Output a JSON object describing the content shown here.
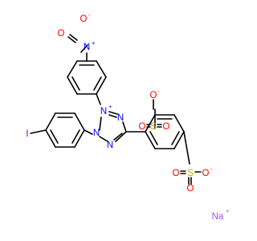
{
  "colors": {
    "bond": "#000000",
    "nitrogen": "#0000ff",
    "oxygen": "#ff0000",
    "sulfur": "#b2b200",
    "iodine": "#940094",
    "sodium": "#a64dff"
  },
  "atom_labels": {
    "nitro_o_top": "O",
    "nitro_o_top_charge": "-",
    "nitro_n": "N",
    "nitro_n_charge": "+",
    "nitro_o_left": "O",
    "tetrazolium_n_plus": "N",
    "tetrazolium_n_plus_charge": "+",
    "tetrazole_n_right": "N",
    "tetrazole_n_lower_right": "N",
    "tetrazole_n_left": "N",
    "iodine": "I",
    "sulfonate1_o_minus": "O",
    "sulfonate1_o_minus_charge": "-",
    "sulfonate1_o_left": "O",
    "sulfonate1_s": "S",
    "sulfonate1_o_right": "O",
    "sulfonate2_o_left": "O",
    "sulfonate2_s": "S",
    "sulfonate2_o_minus": "O",
    "sulfonate2_o_minus_charge": "-",
    "sulfonate2_o_bottom": "O",
    "sodium": "Na",
    "sodium_charge": "+"
  }
}
